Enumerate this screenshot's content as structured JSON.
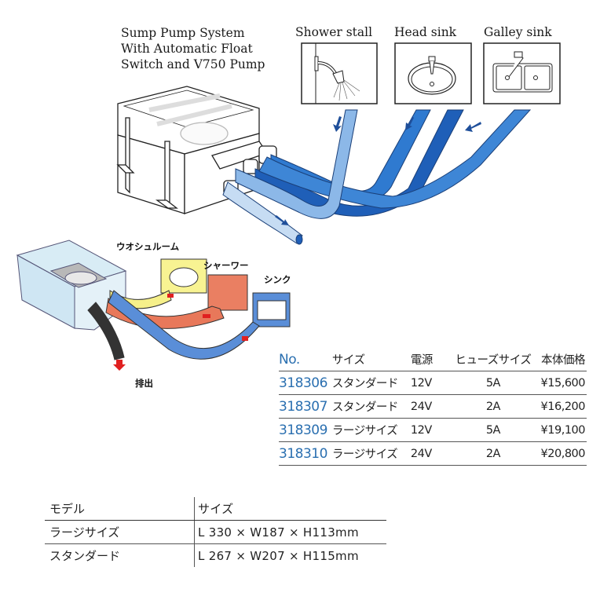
{
  "top_diagram": {
    "title_lines": [
      "Sump Pump System",
      "With Automatic Float",
      "Switch and V750 Pump"
    ],
    "fixtures": [
      {
        "label": "Shower stall",
        "icon": "shower-icon"
      },
      {
        "label": "Head sink",
        "icon": "sink-icon"
      },
      {
        "label": "Galley sink",
        "icon": "double-sink-icon"
      }
    ],
    "hose_colors": {
      "light": "#8cb8e8",
      "mid": "#2f7ad0",
      "dark": "#1f5fb8",
      "outline": "#1a3f78"
    }
  },
  "bottom_diagram": {
    "labels": {
      "washroom": "ウオシュルーム",
      "shower": "シャーワー",
      "sink": "シンク",
      "drain": "排出"
    },
    "hose_colors": {
      "yellow": "#f6f08a",
      "orange": "#e8785a",
      "blue": "#5a8ed8",
      "black": "#333333",
      "arrow": "#e02020"
    }
  },
  "spec_table": {
    "headers": {
      "no": "No.",
      "size": "サイズ",
      "power": "電源",
      "fuse": "ヒューズサイズ",
      "price": "本体価格"
    },
    "rows": [
      {
        "no": "318306",
        "size": "スタンダード",
        "power": "12V",
        "fuse": "5A",
        "price": "¥15,600"
      },
      {
        "no": "318307",
        "size": "スタンダード",
        "power": "24V",
        "fuse": "2A",
        "price": "¥16,200"
      },
      {
        "no": "318309",
        "size": "ラージサイズ",
        "power": "12V",
        "fuse": "5A",
        "price": "¥19,100"
      },
      {
        "no": "318310",
        "size": "ラージサイズ",
        "power": "24V",
        "fuse": "2A",
        "price": "¥20,800"
      }
    ]
  },
  "dimension_table": {
    "headers": {
      "model": "モデル",
      "size": "サイズ"
    },
    "rows": [
      {
        "model": "ラージサイズ",
        "dims": "L 330 × W187 × H113mm"
      },
      {
        "model": "スタンダード",
        "dims": "L 267 × W207 × H115mm"
      }
    ]
  }
}
